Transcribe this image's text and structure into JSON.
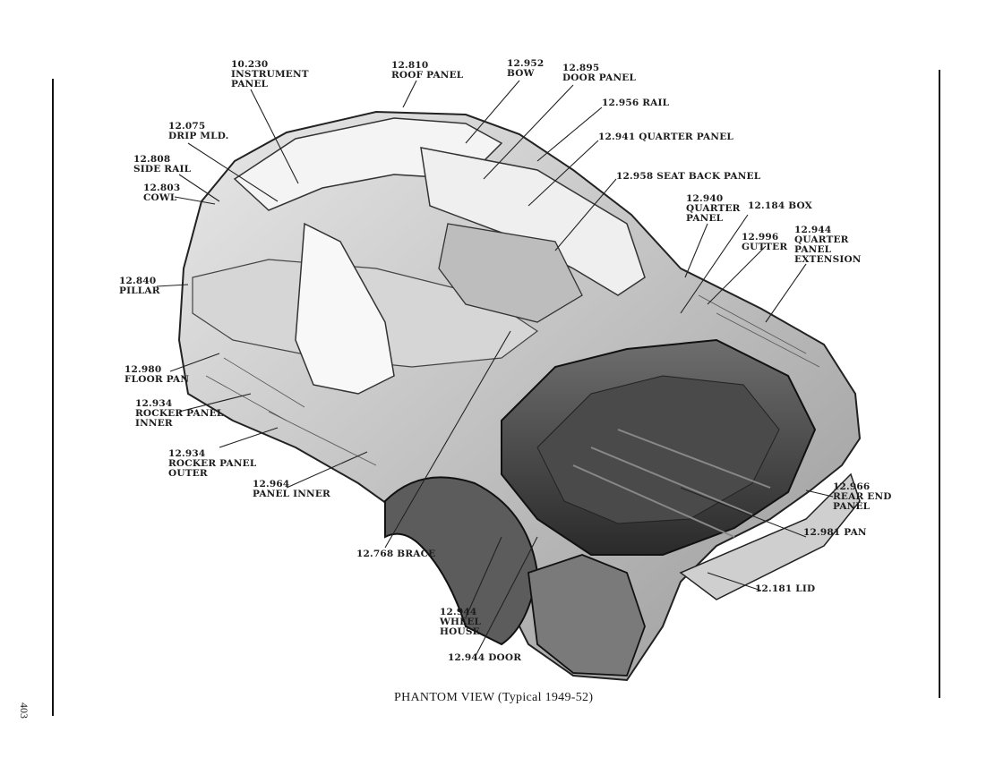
{
  "labels": [
    {
      "id": "instrument-panel",
      "code": "10.230",
      "name": [
        "INSTRUMENT",
        "PANEL"
      ]
    },
    {
      "id": "roof-panel",
      "code": "12.810",
      "name": [
        "ROOF PANEL"
      ]
    },
    {
      "id": "bow",
      "code": "12.952",
      "name": [
        "BOW"
      ]
    },
    {
      "id": "door-panel",
      "code": "12.895",
      "name": [
        "DOOR PANEL"
      ]
    },
    {
      "id": "rail",
      "code": "12.956",
      "name": [
        "RAIL"
      ]
    },
    {
      "id": "quarter-panel-upper",
      "code": "12.941",
      "name": [
        "QUARTER PANEL"
      ]
    },
    {
      "id": "seat-back-panel",
      "code": "12.958",
      "name": [
        "SEAT BACK PANEL"
      ]
    },
    {
      "id": "quarter-panel",
      "code": "12.940",
      "name": [
        "QUARTER",
        "PANEL"
      ]
    },
    {
      "id": "box",
      "code": "12.184",
      "name": [
        "BOX"
      ]
    },
    {
      "id": "gutter",
      "code": "12.996",
      "name": [
        "GUTTER"
      ]
    },
    {
      "id": "quarter-panel-extension",
      "code": "12.944",
      "name": [
        "QUARTER",
        "PANEL",
        "EXTENSION"
      ]
    },
    {
      "id": "drip-mld",
      "code": "12.075",
      "name": [
        "DRIP MLD."
      ]
    },
    {
      "id": "side-rail",
      "code": "12.808",
      "name": [
        "SIDE RAIL"
      ]
    },
    {
      "id": "cowl",
      "code": "12.803",
      "name": [
        "COWL"
      ]
    },
    {
      "id": "pillar",
      "code": "12.840",
      "name": [
        "PILLAR"
      ]
    },
    {
      "id": "floor-pan",
      "code": "12.980",
      "name": [
        "FLOOR PAN"
      ]
    },
    {
      "id": "rocker-panel-inner",
      "code": "12.934",
      "name": [
        "ROCKER PANEL",
        "INNER"
      ]
    },
    {
      "id": "rocker-panel-outer",
      "code": "12.934",
      "name": [
        "ROCKER PANEL",
        "OUTER"
      ]
    },
    {
      "id": "panel-inner",
      "code": "12.964",
      "name": [
        "PANEL INNER"
      ]
    },
    {
      "id": "brace",
      "code": "12.768",
      "name": [
        "BRACE"
      ]
    },
    {
      "id": "wheel-house",
      "code": "12.944",
      "name": [
        "WHEEL",
        "HOUSE"
      ]
    },
    {
      "id": "door",
      "code": "12.944",
      "name": [
        "DOOR"
      ]
    },
    {
      "id": "rear-end-panel",
      "code": "12.966",
      "name": [
        "REAR END",
        "PANEL"
      ]
    },
    {
      "id": "pan",
      "code": "12.981",
      "name": [
        "PAN"
      ]
    },
    {
      "id": "lid",
      "code": "12.181",
      "name": [
        "LID"
      ]
    }
  ],
  "caption": {
    "title": "PHANTOM VIEW",
    "subtitle": "(Typical 1949-52)"
  },
  "page_number": "403"
}
